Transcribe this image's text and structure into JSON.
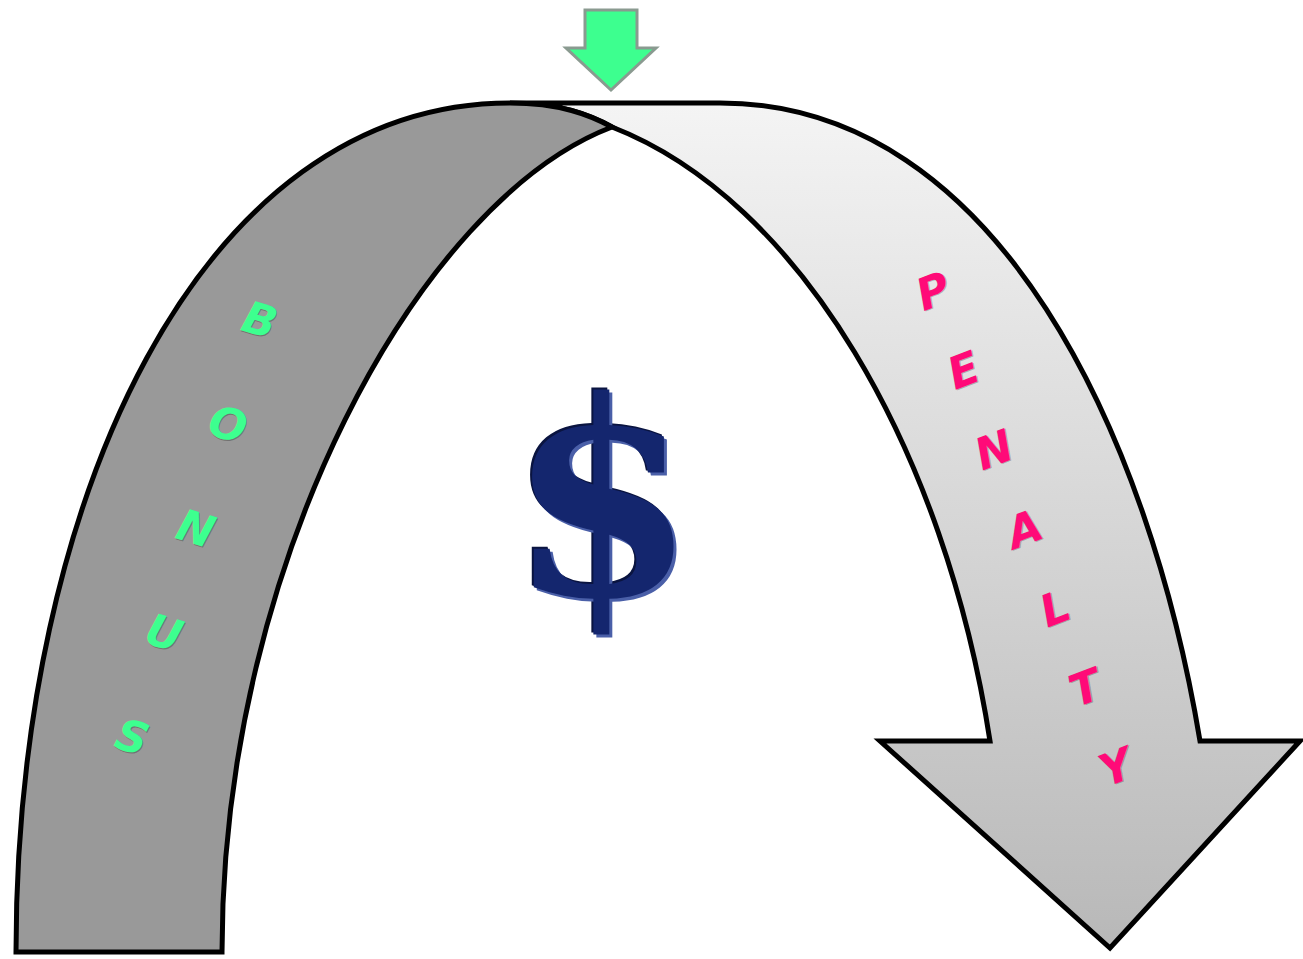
{
  "diagram": {
    "nodes": [
      {
        "text": [
          "BONUS",
          "PENALTY"
        ]
      }
    ],
    "labels": [
      "$"
    ]
  }
}
